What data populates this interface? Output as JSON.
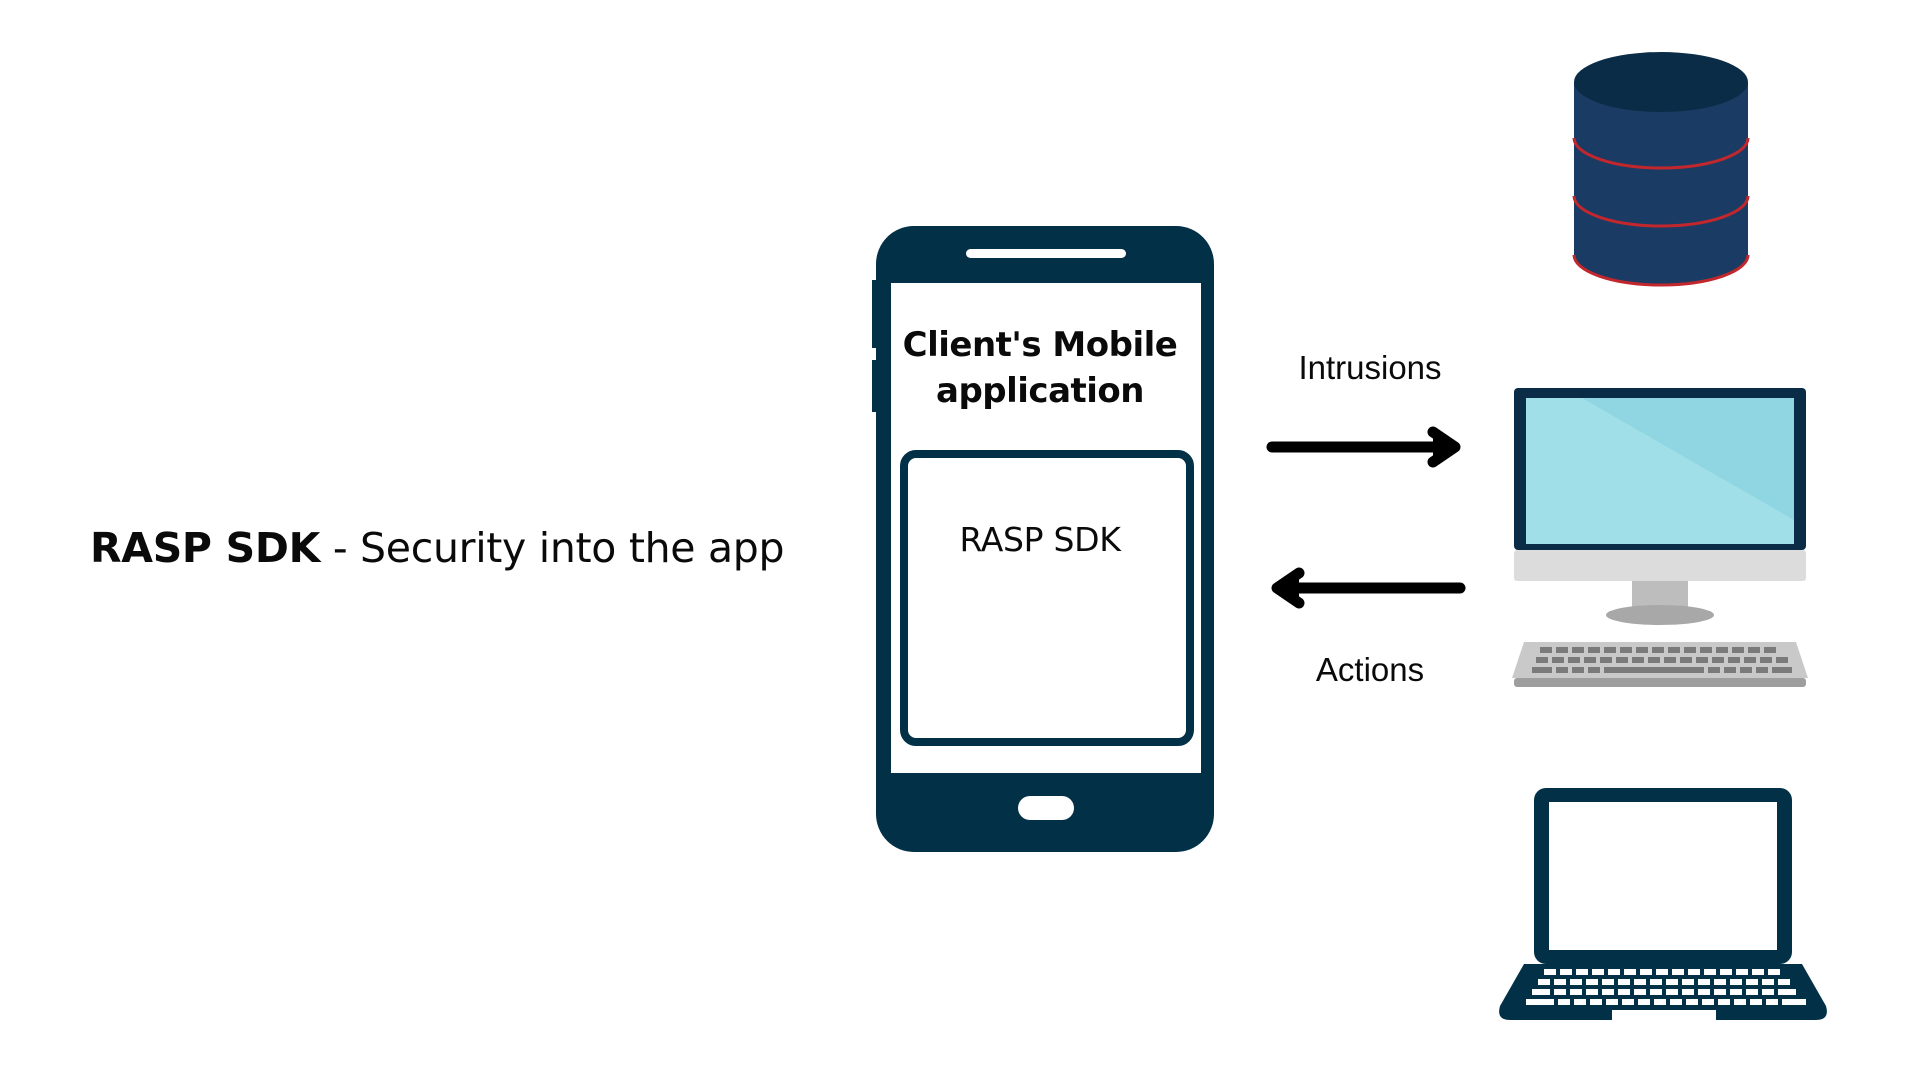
{
  "caption": {
    "bold": "RASP SDK",
    "rest": " - Security into the app"
  },
  "phone": {
    "title": "Client's Mobile application",
    "sdk_box_label": "RASP SDK"
  },
  "arrows": {
    "top_label": "Intrusions",
    "bottom_label": "Actions"
  },
  "colors": {
    "navy": "#023047",
    "db_stripe": "#c1272d",
    "monitor_screen": "#8fd6e2",
    "keyboard_gray": "#c9c9c9"
  },
  "icons": [
    "smartphone-icon",
    "arrow-right-icon",
    "arrow-left-icon",
    "database-icon",
    "desktop-computer-icon",
    "laptop-icon"
  ]
}
